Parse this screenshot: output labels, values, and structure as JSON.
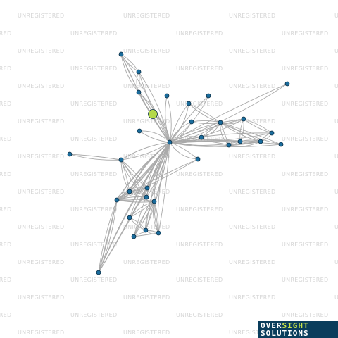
{
  "watermark": {
    "text": "UNREGISTERED",
    "color": "#d6d6d6"
  },
  "colors": {
    "background": "#ffffff",
    "edge": "#a9a9a9",
    "node_fill": "#1a6c9c",
    "node_stroke": "#0b2e45",
    "highlight_fill": "#b4d94a",
    "logo_bg": "#0a3d5c",
    "logo_accent": "#c9e34a"
  },
  "logo": {
    "part1": "OVER",
    "part2": "SIGHT",
    "line2": "SOLUTIONS"
  },
  "network": {
    "focus_node": "focus",
    "nodes": [
      "hub",
      "n1",
      "n2",
      "n3",
      "n4",
      "n5",
      "n6",
      "n7",
      "n8",
      "n9",
      "n10",
      "n11",
      "n12",
      "n13",
      "n14",
      "n15",
      "n16",
      "n17",
      "n18",
      "n19",
      "n20",
      "n21",
      "n22",
      "n23",
      "n24",
      "n25",
      "n26",
      "n27",
      "n28",
      "n29",
      "n30",
      "n31",
      "n32",
      "n33",
      "n34",
      "focus"
    ],
    "edges": [
      [
        "hub",
        "n1"
      ],
      [
        "hub",
        "n2"
      ],
      [
        "hub",
        "n3"
      ],
      [
        "hub",
        "n4"
      ],
      [
        "hub",
        "n5"
      ],
      [
        "hub",
        "n6"
      ],
      [
        "hub",
        "n7"
      ],
      [
        "hub",
        "n8"
      ],
      [
        "hub",
        "n9"
      ],
      [
        "hub",
        "n10"
      ],
      [
        "hub",
        "n11"
      ],
      [
        "hub",
        "n12"
      ],
      [
        "hub",
        "n13"
      ],
      [
        "hub",
        "n14"
      ],
      [
        "hub",
        "n15"
      ],
      [
        "hub",
        "n16"
      ],
      [
        "hub",
        "n17"
      ],
      [
        "hub",
        "n18"
      ],
      [
        "hub",
        "n19"
      ],
      [
        "hub",
        "n20"
      ],
      [
        "hub",
        "n21"
      ],
      [
        "hub",
        "n22"
      ],
      [
        "hub",
        "n23"
      ],
      [
        "hub",
        "n24"
      ],
      [
        "hub",
        "n26"
      ],
      [
        "hub",
        "n27"
      ],
      [
        "hub",
        "n28"
      ],
      [
        "hub",
        "n29"
      ],
      [
        "hub",
        "n30"
      ],
      [
        "hub",
        "n31"
      ],
      [
        "hub",
        "n32"
      ],
      [
        "hub",
        "n33"
      ],
      [
        "hub",
        "focus"
      ],
      [
        "n1",
        "n2"
      ],
      [
        "n2",
        "n3"
      ],
      [
        "n1",
        "n3"
      ],
      [
        "n3",
        "focus"
      ],
      [
        "n5",
        "n11"
      ],
      [
        "n11",
        "n12"
      ],
      [
        "n12",
        "n14"
      ],
      [
        "n14",
        "n13"
      ],
      [
        "n13",
        "n15"
      ],
      [
        "n15",
        "n16"
      ],
      [
        "n11",
        "n15"
      ],
      [
        "n11",
        "n13"
      ],
      [
        "n12",
        "n16"
      ],
      [
        "n11",
        "n17"
      ],
      [
        "n10",
        "n11"
      ],
      [
        "n14",
        "n15"
      ],
      [
        "n19",
        "n21"
      ],
      [
        "n19",
        "n22"
      ],
      [
        "n21",
        "n22"
      ],
      [
        "n20",
        "n22"
      ],
      [
        "n21",
        "n23"
      ],
      [
        "n22",
        "n23"
      ],
      [
        "n20",
        "n23"
      ],
      [
        "n22",
        "n24"
      ],
      [
        "n23",
        "n24"
      ],
      [
        "n24",
        "n26"
      ],
      [
        "n24",
        "n27"
      ],
      [
        "n26",
        "n27"
      ],
      [
        "n27",
        "n28"
      ],
      [
        "n28",
        "n29"
      ],
      [
        "n24",
        "n28"
      ],
      [
        "n23",
        "n30"
      ],
      [
        "n20",
        "n21"
      ],
      [
        "n19",
        "n20"
      ],
      [
        "n24",
        "n29"
      ],
      [
        "n30",
        "n31"
      ],
      [
        "n18",
        "n32"
      ],
      [
        "n32",
        "n33"
      ],
      [
        "n24",
        "n34"
      ],
      [
        "n7",
        "n11"
      ]
    ]
  }
}
